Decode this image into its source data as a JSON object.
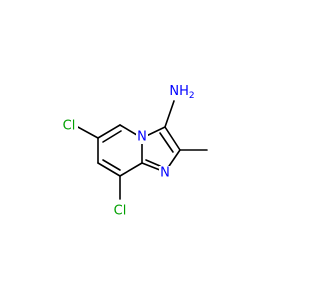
{
  "diagram": {
    "labels": {
      "amine": "NH",
      "amine_h_count": "2",
      "ring_n_bridge": "N",
      "ring_n_imine": "N",
      "chloro_6": "Cl",
      "chloro_8": "Cl"
    },
    "colors": {
      "nitrogen": "#0000ff",
      "chlorine": "#00a000",
      "bond": "#000000",
      "background": "#ffffff"
    }
  }
}
